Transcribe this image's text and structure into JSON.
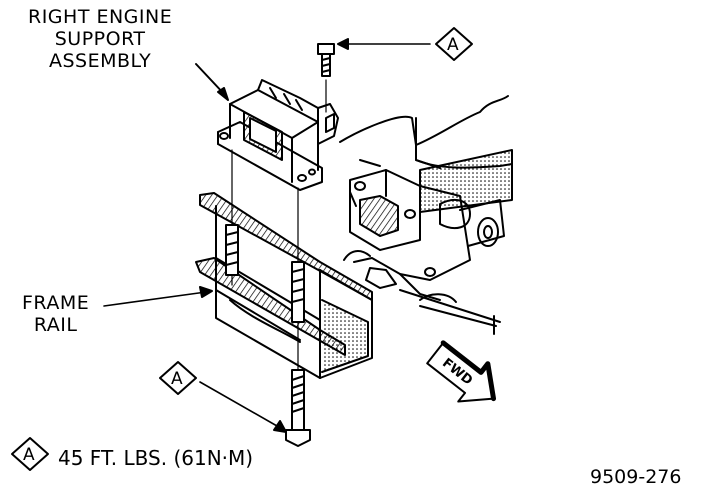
{
  "labels": {
    "engine_support": [
      "RIGHT ENGINE",
      "SUPPORT",
      "ASSEMBLY"
    ],
    "frame_rail": [
      "FRAME",
      "RAIL"
    ],
    "fwd": "FWD"
  },
  "callouts": {
    "torque_key": "A"
  },
  "legend": {
    "symbol": "A",
    "text": "45 FT. LBS. (61N·M)"
  },
  "figure_number": "9509-276"
}
